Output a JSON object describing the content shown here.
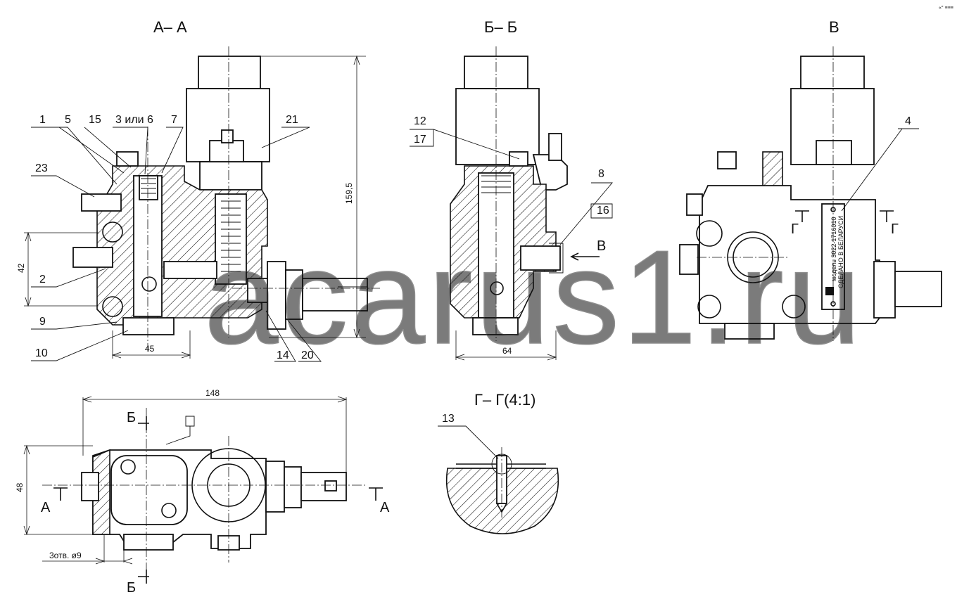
{
  "views": {
    "section_aa": "А– А",
    "section_bb": "Б– Б",
    "view_v": "В",
    "section_gg": "Г– Г(4:1)"
  },
  "callouts": {
    "c1": "1",
    "c5": "5",
    "c15": "15",
    "c3": "3 или 6",
    "c7": "7",
    "c21": "21",
    "c23": "23",
    "c2": "2",
    "c9": "9",
    "c10": "10",
    "c14": "14",
    "c20": "20",
    "c12": "12",
    "c17": "17",
    "c8": "8",
    "c16": "16",
    "c4": "4",
    "c13": "13"
  },
  "dimensions": {
    "d159": "159,5",
    "d42": "42",
    "d45": "45",
    "d64": "64",
    "d148": "148",
    "d48": "48",
    "holes": "3отв. ø9"
  },
  "section_marks": {
    "a_left": "А",
    "a_right": "А",
    "b_top": "Б",
    "b_bottom": "Б",
    "g_left": "Г",
    "g_right": "Г",
    "v_arrow": "В"
  },
  "nameplate": {
    "line1": "модель 3022-1716010",
    "line2": "СДЕЛАНО В БЕЛАРУСИ"
  },
  "watermark": "acarus1.ru",
  "corner_mark": "«° ≡≡≡"
}
